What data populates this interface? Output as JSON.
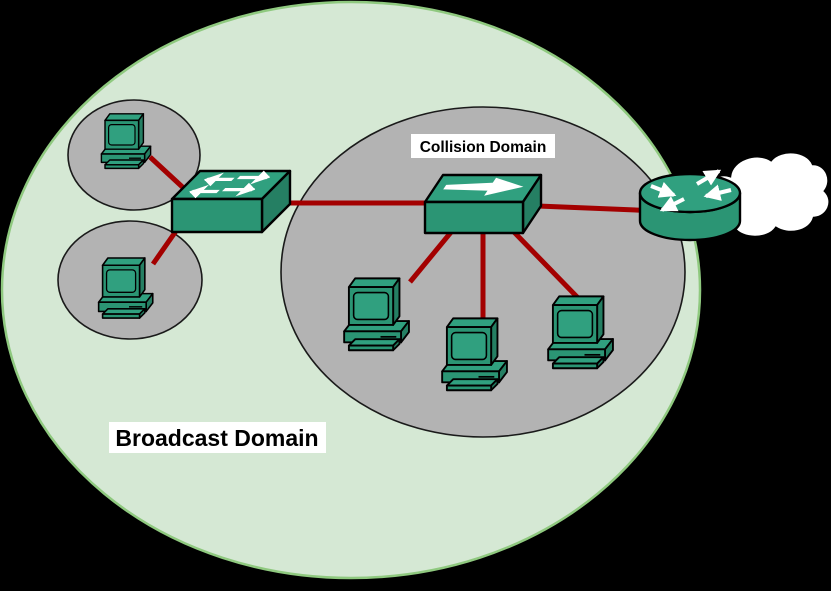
{
  "diagram": {
    "title": "Broadcast and collision domains network diagram",
    "labels": {
      "broadcast": "Broadcast Domain",
      "collision": "Collision Domain"
    },
    "nodes": {
      "switch": "switch",
      "hub": "hub",
      "router": "router",
      "cloud": "wan-cloud",
      "pcs": [
        "pc-1",
        "pc-2",
        "pc-3",
        "pc-4",
        "pc-5"
      ]
    },
    "colors": {
      "broadcast_fill": "#d5e8d4",
      "broadcast_border": "#8fc97f",
      "collision_fill": "#b3b3b3",
      "collision_border": "#1a1a1a",
      "device_green": "#30a07f",
      "device_green_front": "#2b9574",
      "device_green_dark": "#257f63",
      "link_red": "#a30000",
      "arrow_white": "#ffffff",
      "cloud_fill": "#ffffff",
      "outline": "#000000",
      "label_bg": "#ffffff",
      "label_text": "#000000",
      "background": "#000000"
    }
  }
}
